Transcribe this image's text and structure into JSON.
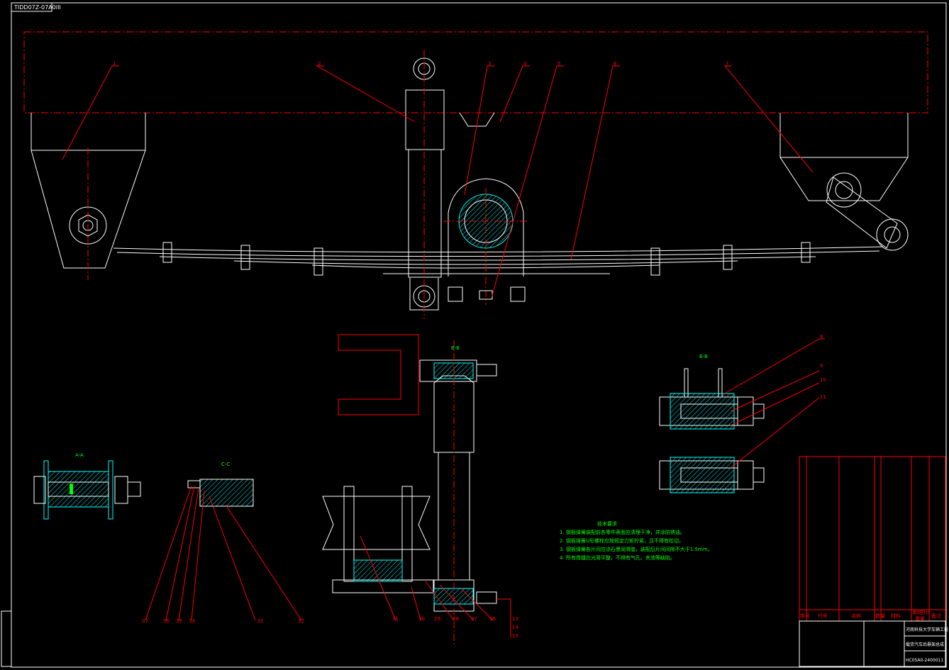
{
  "drawing": {
    "corner_code": "TIDD07Z-07A0III",
    "part_labels_top": [
      "1",
      "2",
      "3",
      "4",
      "5",
      "6",
      "7"
    ],
    "section_labels": [
      "B-B",
      "B-B",
      "A-A",
      "C-C"
    ],
    "part_labels_bottom": [
      "37",
      "36",
      "35",
      "34",
      "33",
      "32",
      "31",
      "30",
      "29",
      "28",
      "27",
      "26"
    ],
    "right_labels": [
      "8",
      "9",
      "10",
      "11"
    ],
    "bottom_right_labels": [
      "13",
      "14",
      "15"
    ]
  },
  "tech_requirements": {
    "title": "技术要求",
    "items": [
      "1. 钢板弹簧装配前各零件表面应清理干净，并涂防锈油。",
      "2. 钢板弹簧U形螺栓应按规定力矩拧紧，且不得有松动。",
      "3. 钢板弹簧各片间应涂石墨润滑脂，装配后片间间隙不大于1.5mm。",
      "4. 所有焊缝应光滑平整，不得有气孔、夹渣等缺陷。"
    ]
  },
  "title_block": {
    "headers": [
      "序号",
      "代号",
      "名称",
      "数量",
      "材料",
      "单件",
      "总计",
      "重量",
      "备注"
    ],
    "school": "河南科技大学车辆工程",
    "drawing_title": "载货汽车后悬架总成",
    "drawing_number": "HC05A0-2400011"
  },
  "colors": {
    "background": "#000000",
    "outline": "#ffffff",
    "centerline": "#ff0000",
    "section": "#00ffff",
    "text": "#00ff00"
  }
}
